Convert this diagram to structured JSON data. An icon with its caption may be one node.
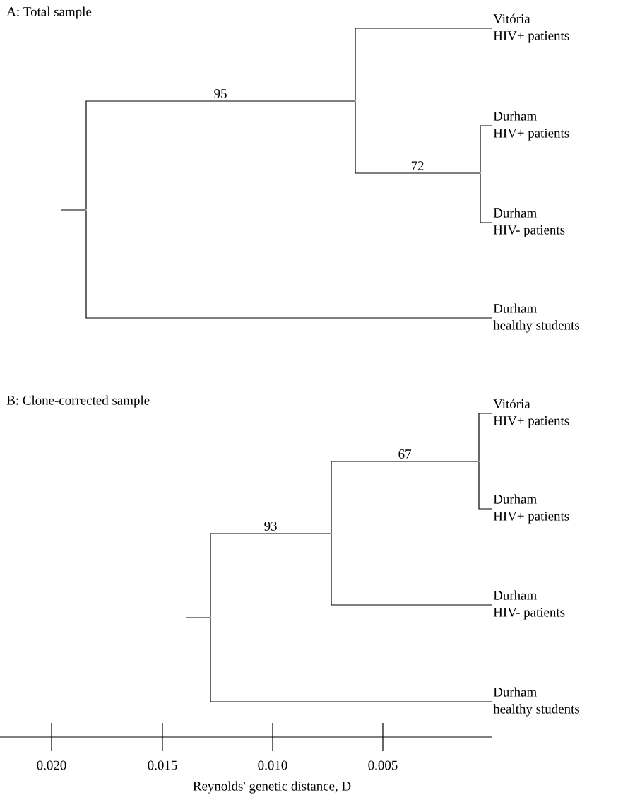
{
  "diagram": {
    "nodes": [
      {
        "text": [],
        "shape": "point"
      },
      {
        "text": [],
        "shape": "point"
      },
      {
        "text": [
          "Vitória",
          "HIV+ patients"
        ]
      },
      {
        "text": [],
        "shape": "point"
      },
      {
        "text": [
          "Durham",
          "HIV+ patients"
        ]
      },
      {
        "text": [
          "Durham",
          "HIV- patients"
        ]
      },
      {
        "text": [
          "Durham",
          "healthy students"
        ]
      },
      {
        "text": [],
        "shape": "point"
      },
      {
        "text": [],
        "shape": "point"
      },
      {
        "text": [],
        "shape": "point"
      },
      {
        "text": [
          "Vitória",
          "HIV+ patients"
        ]
      },
      {
        "text": [
          "Durham",
          "HIV+ patients"
        ]
      },
      {
        "text": [
          "Durham",
          "HIV- patients"
        ]
      },
      {
        "text": [
          "Durham",
          "healthy students"
        ]
      }
    ],
    "edges": [
      {
        "from": null,
        "to": 0,
        "arrow": "none"
      },
      {
        "from": 0,
        "to": 1,
        "arrow": "none",
        "label": "95"
      },
      {
        "from": 1,
        "to": 2,
        "arrow": "none"
      },
      {
        "from": 1,
        "to": 3,
        "arrow": "none",
        "label": "72"
      },
      {
        "from": 3,
        "to": 4,
        "arrow": "none"
      },
      {
        "from": 3,
        "to": 5,
        "arrow": "none"
      },
      {
        "from": 0,
        "to": 6,
        "arrow": "none"
      },
      {
        "from": null,
        "to": 7,
        "arrow": "none"
      },
      {
        "from": 7,
        "to": 8,
        "arrow": "none",
        "label": "93"
      },
      {
        "from": 8,
        "to": 9,
        "arrow": "none",
        "label": "67"
      },
      {
        "from": 9,
        "to": 10,
        "arrow": "none"
      },
      {
        "from": 9,
        "to": 11,
        "arrow": "none"
      },
      {
        "from": 8,
        "to": 12,
        "arrow": "none"
      },
      {
        "from": 7,
        "to": 13,
        "arrow": "none"
      }
    ],
    "labels": [
      "A: Total sample",
      "B: Clone-corrected sample",
      "0.020",
      "0.015",
      "0.010",
      "0.005",
      "Reynolds' genetic distance, D"
    ]
  }
}
